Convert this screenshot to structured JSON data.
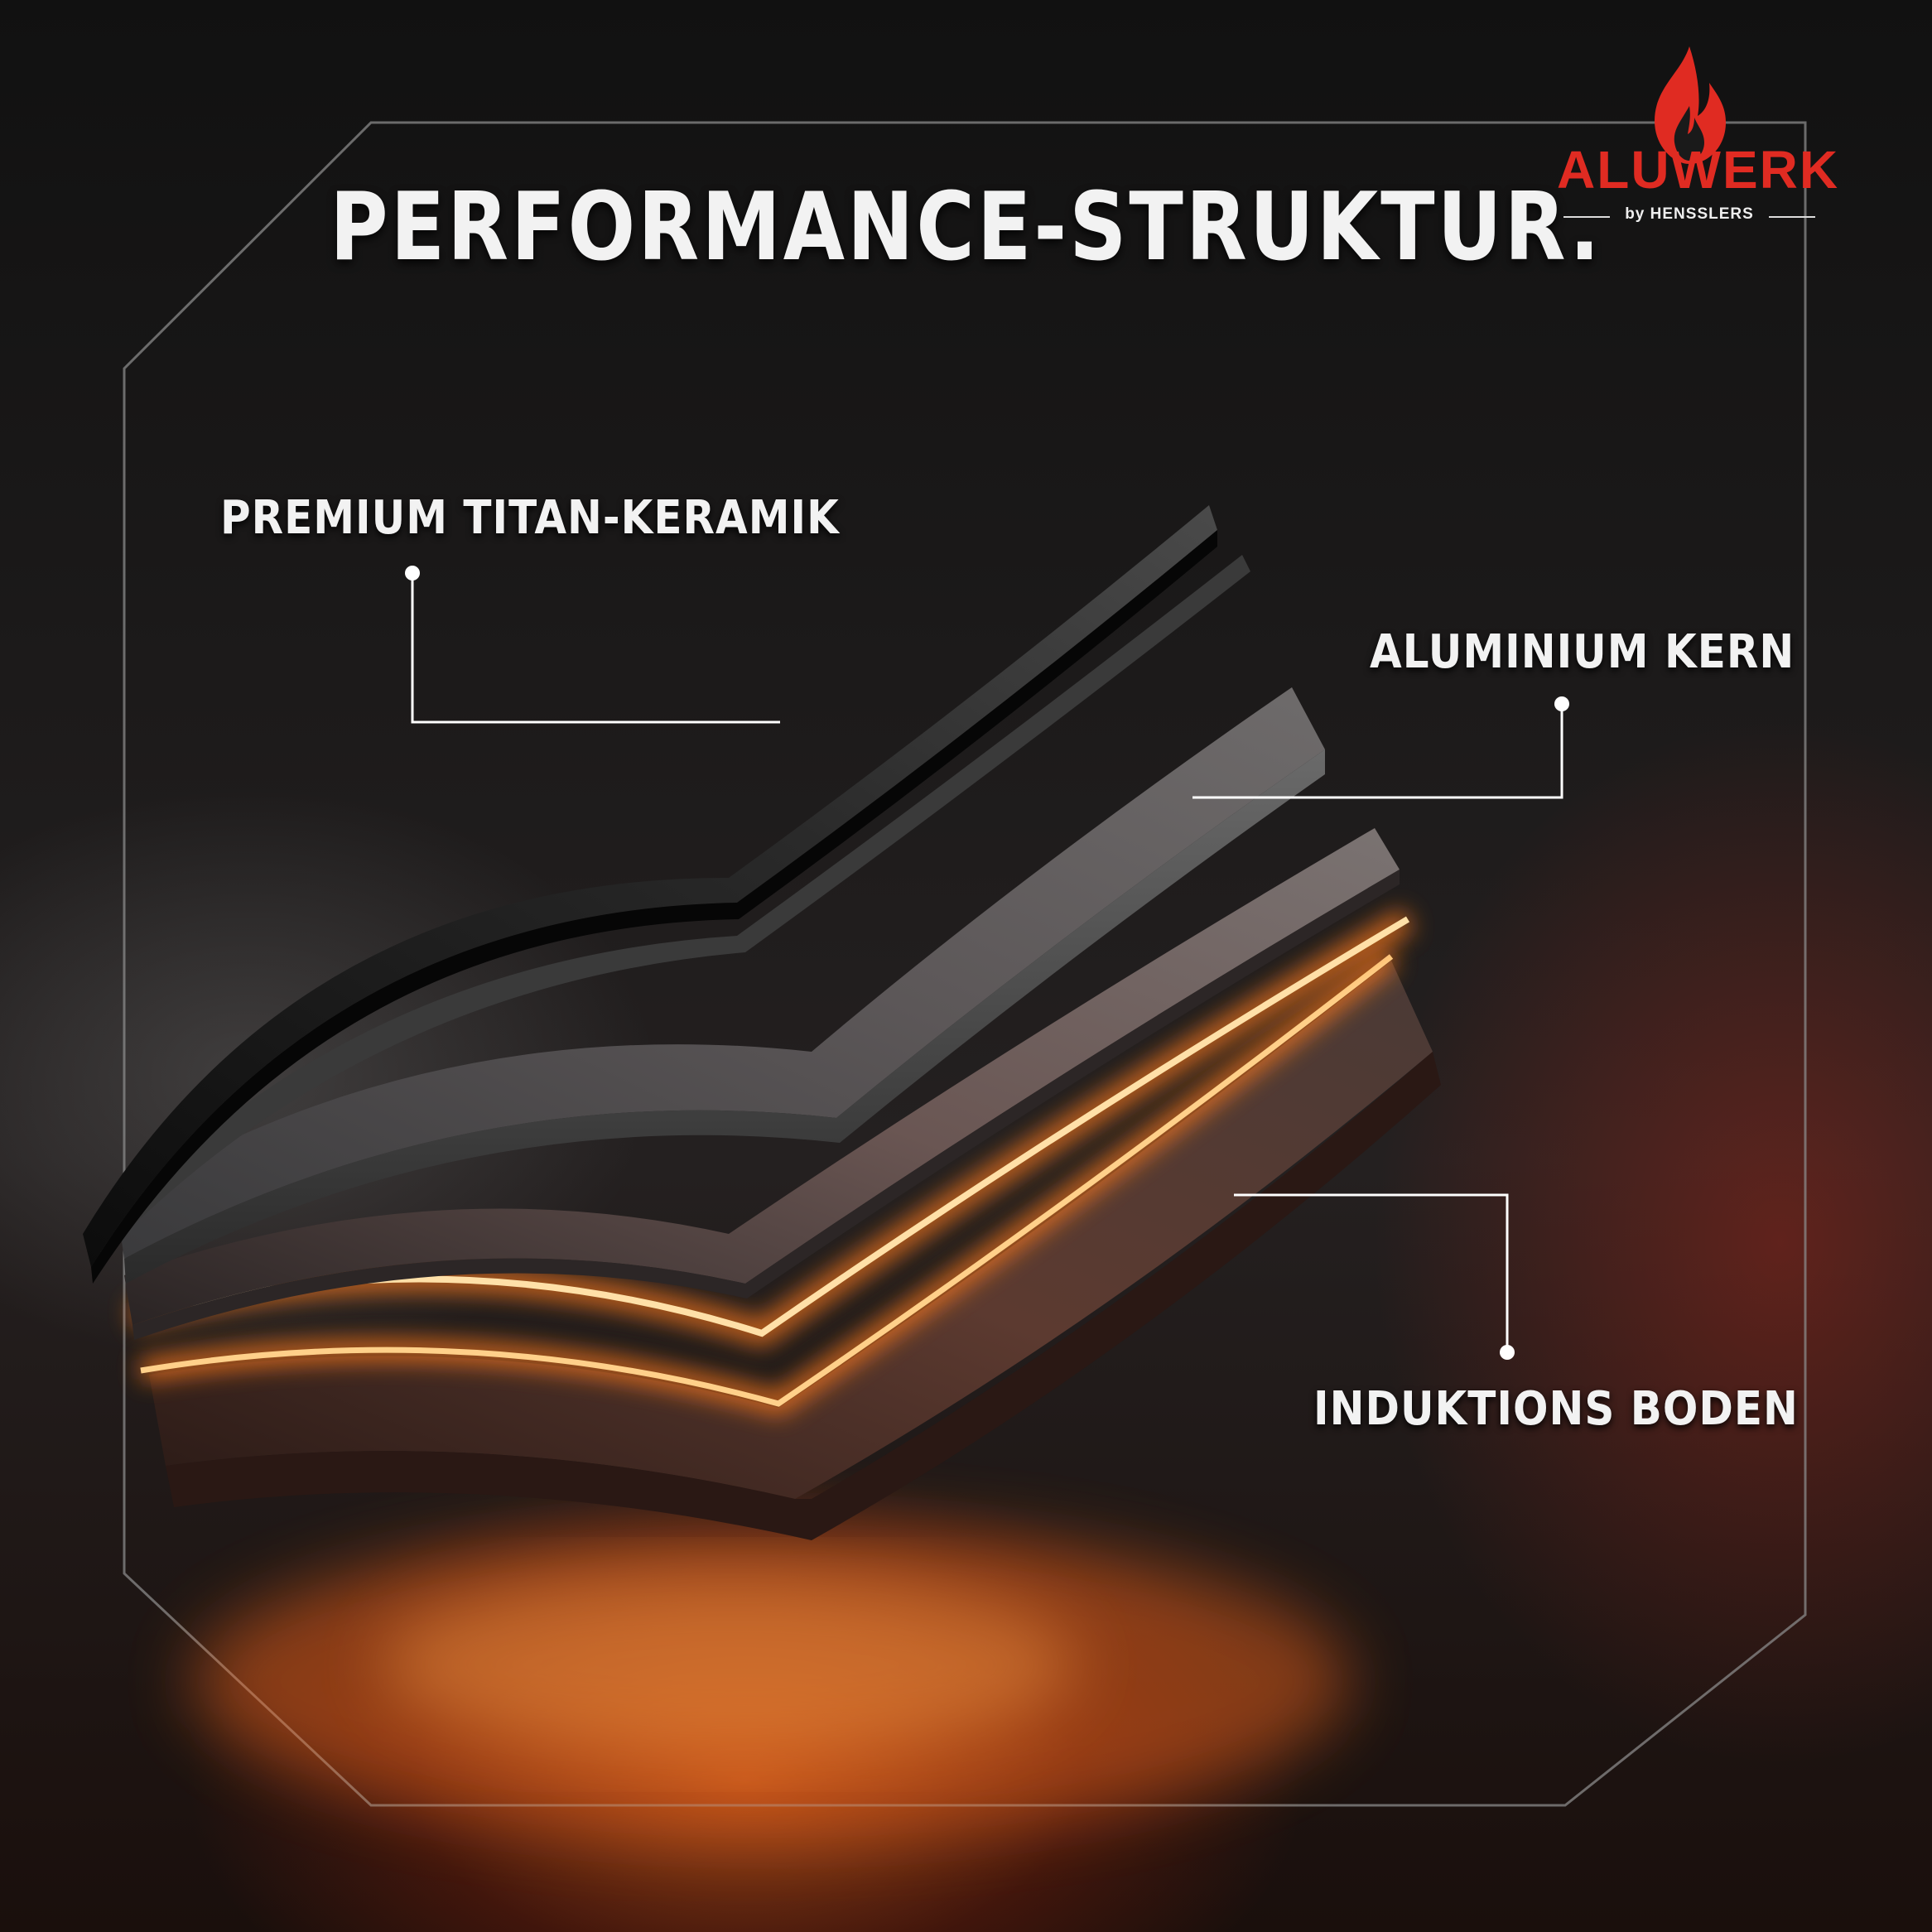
{
  "headline": "PERFORMANCE-STRUKTUR.",
  "brand": {
    "name": "ALUWERK",
    "tagline": "by HENSSLERS",
    "color": "#e02b22",
    "icon": "flame-icon"
  },
  "layers": [
    {
      "label": "PREMIUM TITAN-KERAMIK"
    },
    {
      "label": "ALUMINIUM KERN"
    },
    {
      "label": "INDUKTIONS BODEN"
    }
  ],
  "colors": {
    "glow": "#ff7a1a",
    "glow_core": "#ffd08a",
    "layer_dark": "#1a1a1a",
    "layer_metal": "#5a5a5c",
    "frame": "#8a8a8a"
  }
}
